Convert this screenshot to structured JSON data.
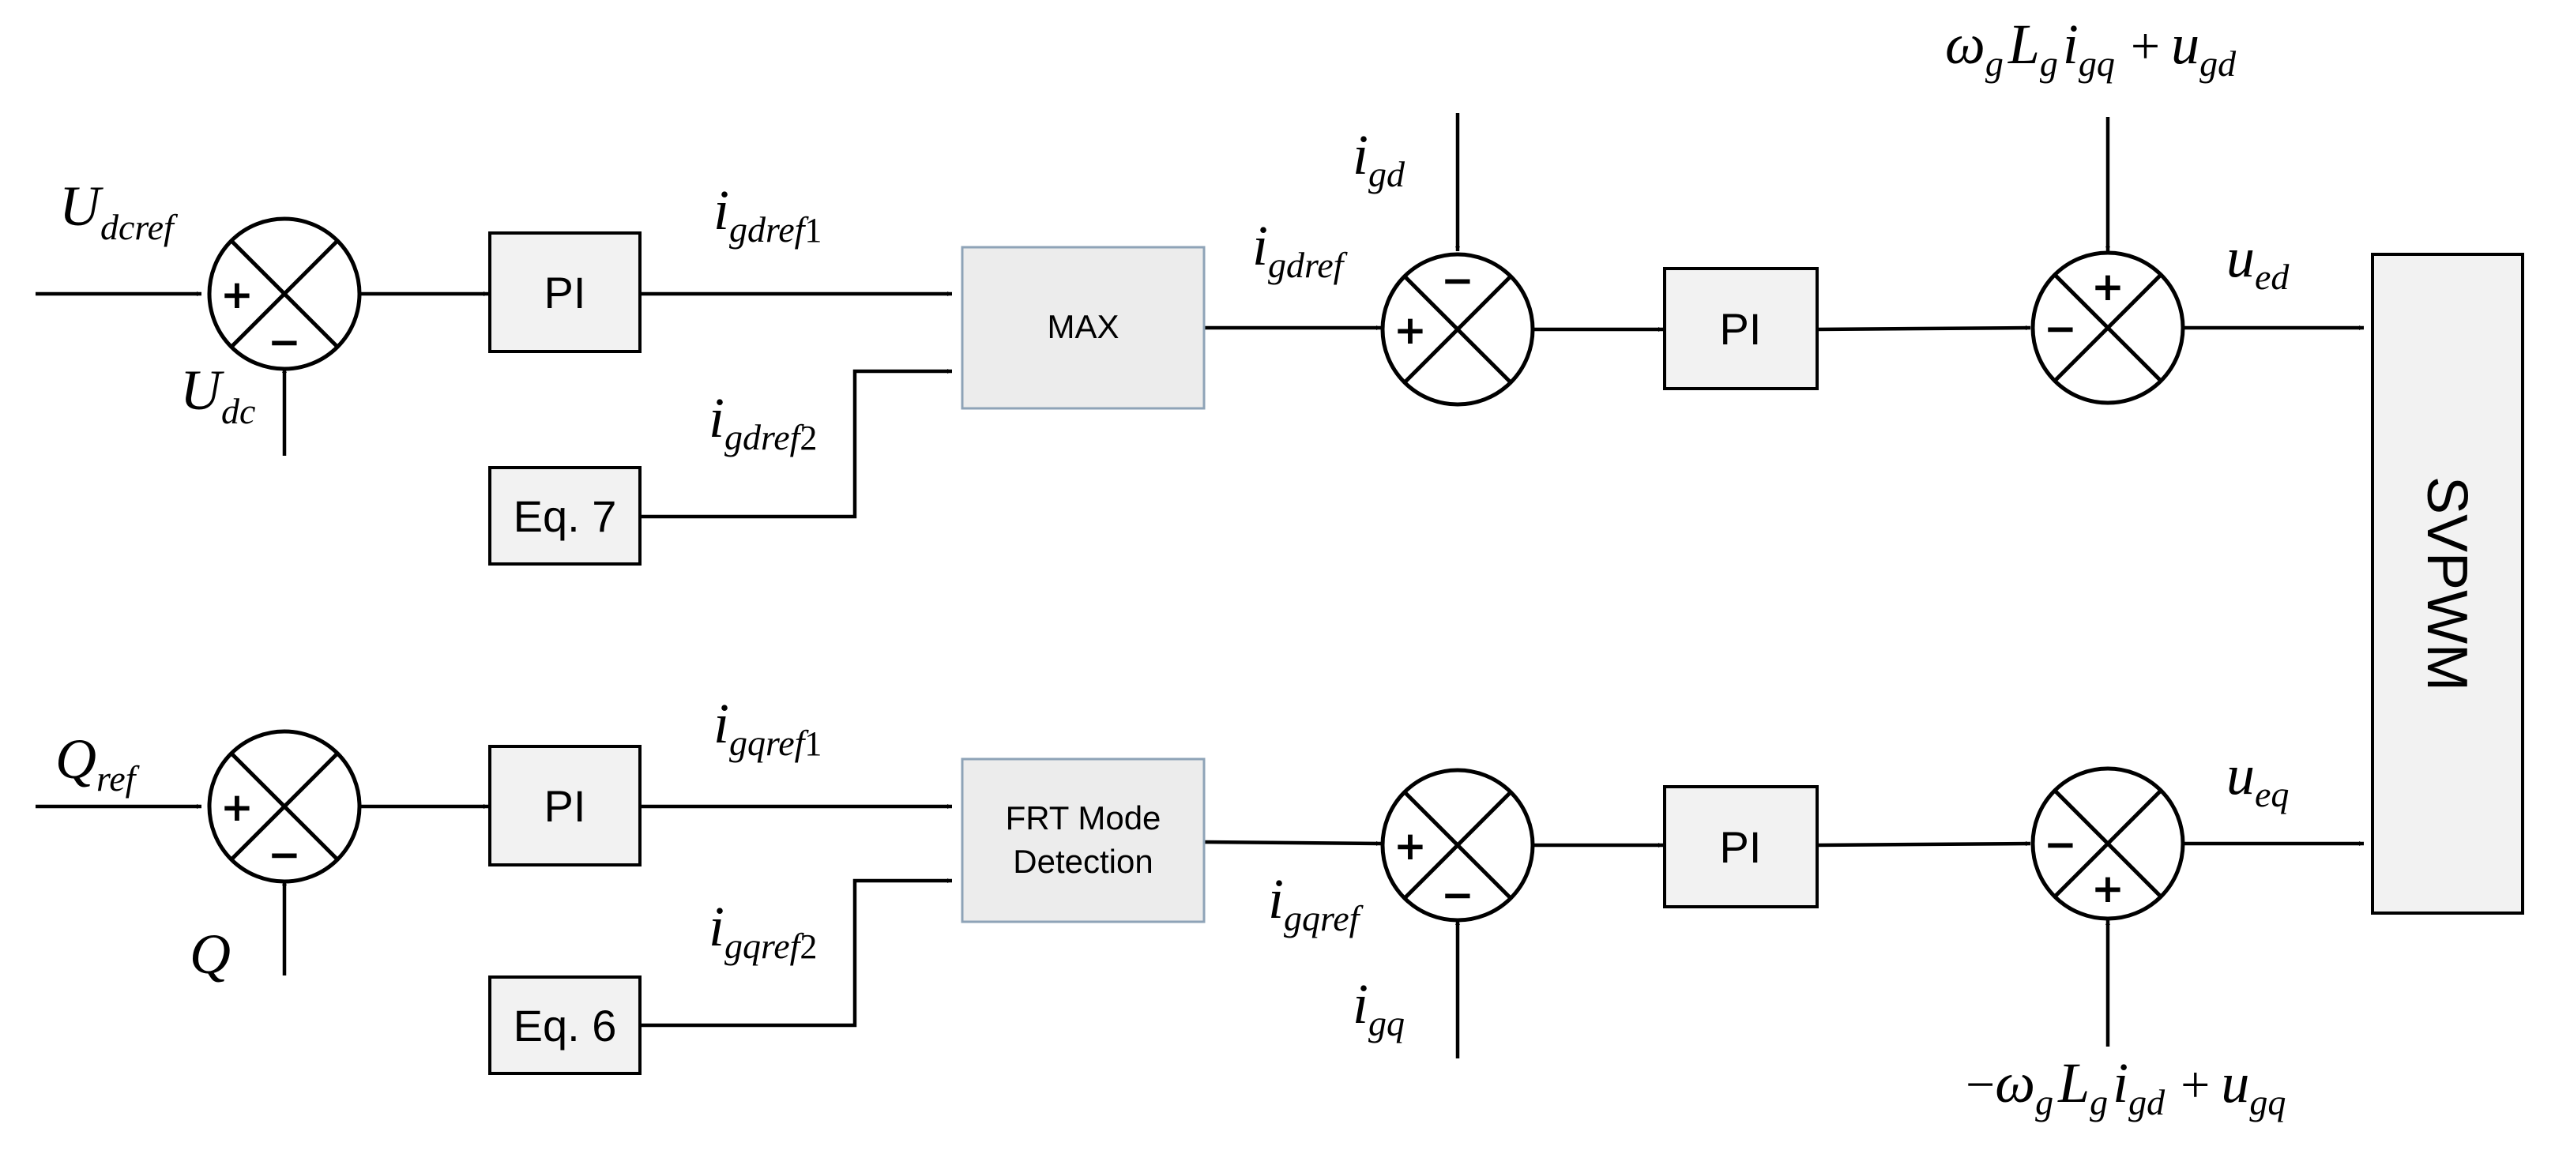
{
  "blocks": {
    "pi_ud": "PI",
    "pi_q": "PI",
    "eq7": "Eq. 7",
    "eq6": "Eq. 6",
    "max": "MAX",
    "frt_line1": "FRT Mode",
    "frt_line2": "Detection",
    "pi_id": "PI",
    "pi_iq": "PI",
    "svpwm": "SVPWM"
  },
  "signs": {
    "plus": "+",
    "minus": "−"
  },
  "labels": {
    "udcref": {
      "main": "U",
      "sub": "dcref"
    },
    "udc": {
      "main": "U",
      "sub": "dc"
    },
    "qref": {
      "main": "Q",
      "sub": "ref"
    },
    "q": {
      "main": "Q"
    },
    "igdref1": {
      "main": "i",
      "sub": "gdref",
      "num": "1"
    },
    "igdref2": {
      "main": "i",
      "sub": "gdref",
      "num": "2"
    },
    "igqref1": {
      "main": "i",
      "sub": "gqref",
      "num": "1"
    },
    "igqref2": {
      "main": "i",
      "sub": "gqref",
      "num": "2"
    },
    "igdref": {
      "main": "i",
      "sub": "gdref"
    },
    "igqref": {
      "main": "i",
      "sub": "gqref"
    },
    "igd": {
      "main": "i",
      "sub": "gd"
    },
    "igq": {
      "main": "i",
      "sub": "gq"
    },
    "ued": {
      "main": "u",
      "sub": "ed"
    },
    "ueq": {
      "main": "u",
      "sub": "eq"
    },
    "ff_d": {
      "omega": "ω",
      "omega_sub": "g",
      "L": "L",
      "L_sub": "g",
      "i": "i",
      "i_sub": "gq",
      "plus": "+",
      "u": "u",
      "u_sub": "gd"
    },
    "ff_q": {
      "neg": "−",
      "omega": "ω",
      "omega_sub": "g",
      "L": "L",
      "L_sub": "g",
      "i": "i",
      "i_sub": "gd",
      "plus": "+",
      "u": "u",
      "u_sub": "gq"
    }
  }
}
